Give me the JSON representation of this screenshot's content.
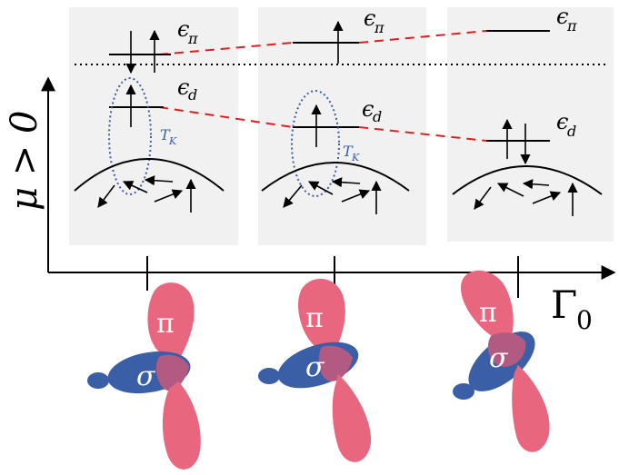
{
  "axes": {
    "y_label": "μ > 0",
    "x_label": "Γ",
    "x_label_sub": "0"
  },
  "levels": {
    "pi_label": "ϵ",
    "pi_sub": "π",
    "d_label": "ϵ",
    "d_sub": "d"
  },
  "kondo": {
    "label": "T",
    "sub": "K"
  },
  "orbitals": {
    "pi_label": "π",
    "sigma_label": "σ"
  },
  "colors": {
    "panel": "#f1f1f1",
    "pi_lobe": "#e8677f",
    "sigma_lobe": "#3b5fa6",
    "dashed": "#e01e1e",
    "ellipse": "#3b5fa6"
  }
}
